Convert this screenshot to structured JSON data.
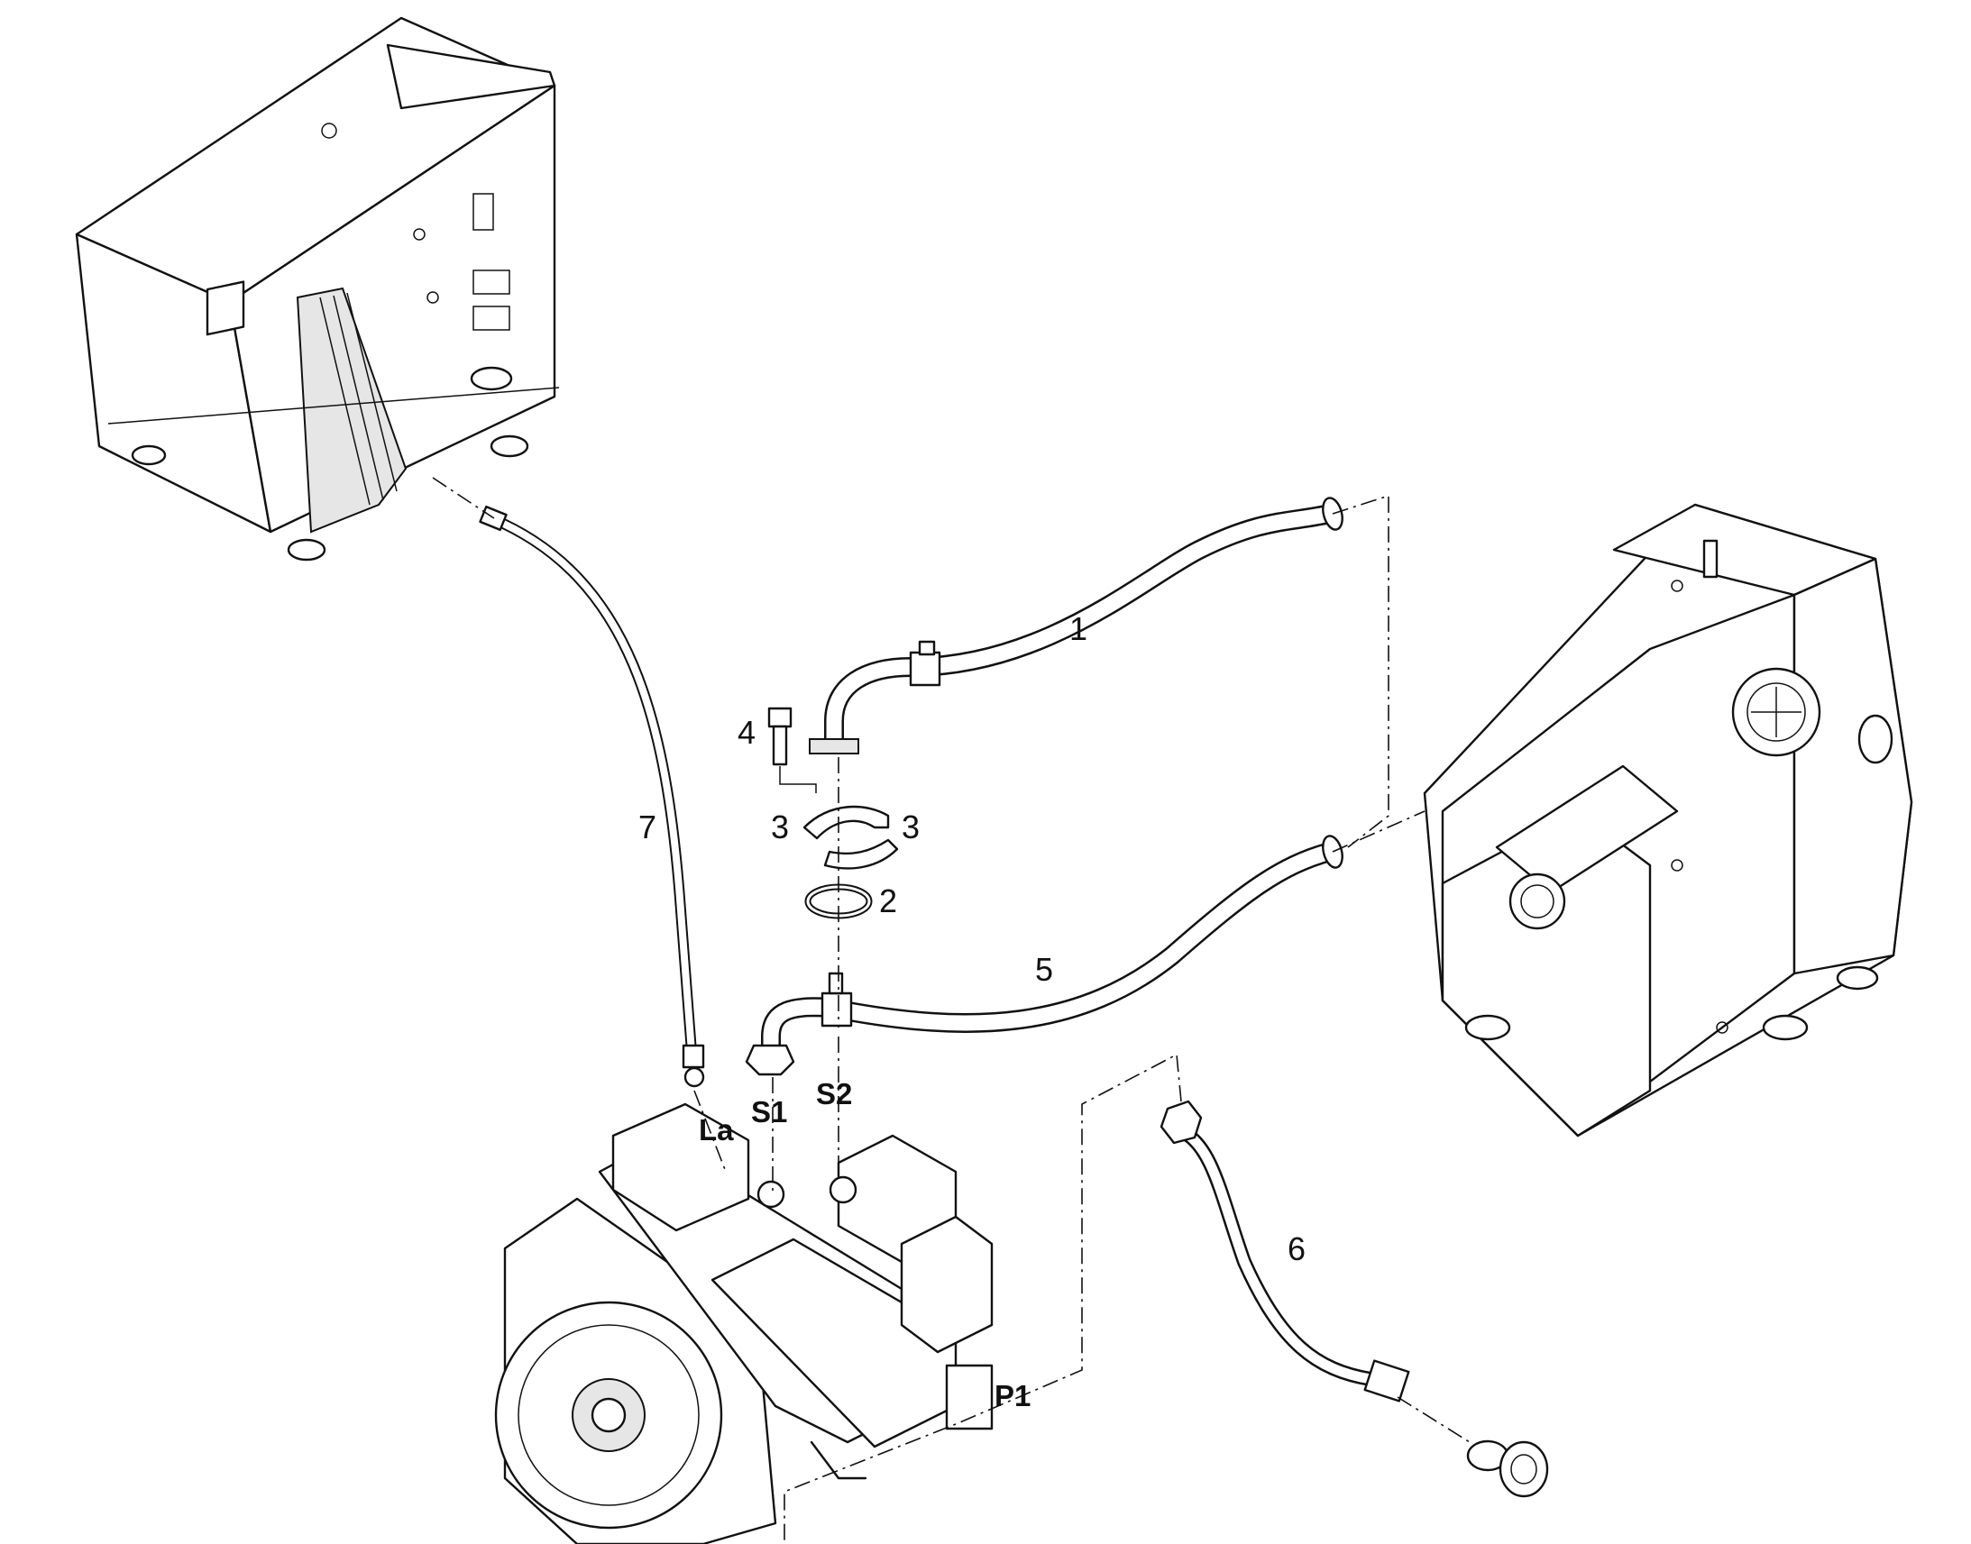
{
  "labels": {
    "item_1": "1",
    "item_2": "2",
    "item_3_left": "3",
    "item_3_right": "3",
    "item_4": "4",
    "item_5": "5",
    "item_6": "6",
    "item_7": "7",
    "port_la": "La",
    "port_s1": "S1",
    "port_s2": "S2",
    "port_p1": "P1"
  }
}
